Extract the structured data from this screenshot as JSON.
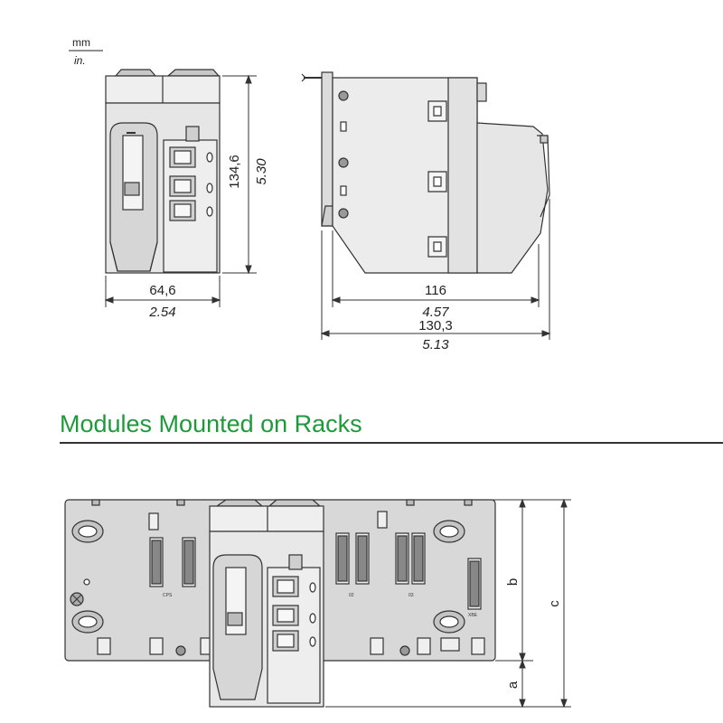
{
  "units": {
    "top": "mm",
    "bottom": "in."
  },
  "front_view": {
    "width_mm": "64,6",
    "width_in": "2.54",
    "height_mm": "134,6",
    "height_in": "5.30"
  },
  "side_view": {
    "depth_mm": "116",
    "depth_in": "4.57",
    "total_depth_mm": "130,3",
    "total_depth_in": "5.13"
  },
  "section_title": "Modules Mounted on Racks",
  "rack_view": {
    "dim_a": "a",
    "dim_b": "b",
    "dim_c": "c",
    "slot_labels": [
      "CPS",
      "02",
      "03",
      "XBE"
    ]
  }
}
